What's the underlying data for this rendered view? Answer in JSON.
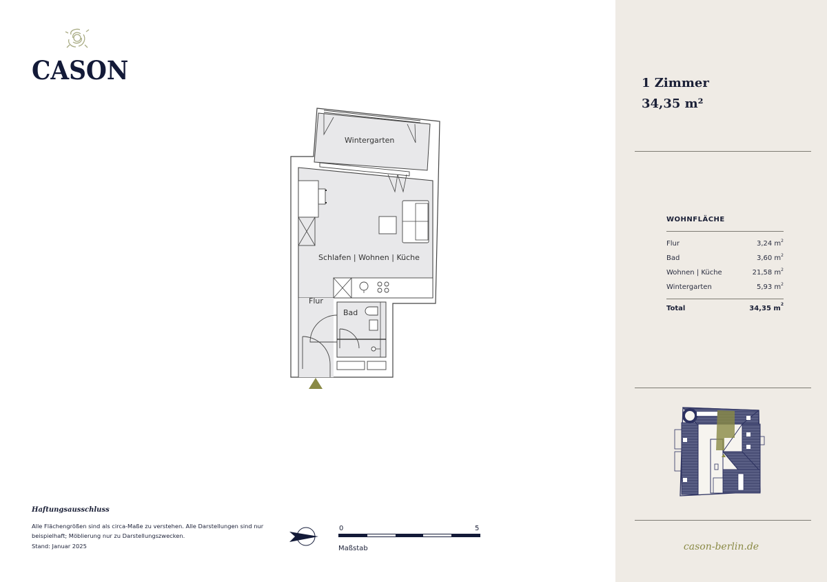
{
  "brand": {
    "name": "CASON",
    "logo_icon": "rose-icon",
    "color_primary": "#131a38",
    "color_accent": "#8a8a45",
    "panel_background": "#efebe5"
  },
  "unit": {
    "rooms_label": "1 Zimmer",
    "total_area": "34,35 m²"
  },
  "floorplan": {
    "rooms": [
      {
        "name": "Wintergarten"
      },
      {
        "name": "Schlafen | Wohnen | Küche"
      },
      {
        "name": "Flur"
      },
      {
        "name": "Bad"
      }
    ],
    "entrance_marker": "entrance-triangle-icon"
  },
  "area_table": {
    "heading": "WOHNFLÄCHE",
    "rows": [
      {
        "label": "Flur",
        "value": "3,24",
        "unit": "m²"
      },
      {
        "label": "Bad",
        "value": "3,60",
        "unit": "m²"
      },
      {
        "label": "Wohnen | Küche",
        "value": "21,58",
        "unit": "m²"
      },
      {
        "label": "Wintergarten",
        "value": "5,93",
        "unit": "m²"
      }
    ],
    "total": {
      "label": "Total",
      "value": "34,35",
      "unit": "m²"
    }
  },
  "disclaimer": {
    "title": "Haftungsausschluss",
    "text": "Alle Flächengrößen sind als circa-Maße zu verstehen. Alle Darstellungen sind nur beispielhaft; Möblierung nur zu Darstellungszwecken.",
    "date": "Stand: Januar 2025"
  },
  "scale": {
    "start": "0",
    "end": "5",
    "label": "Maßstab"
  },
  "compass": {
    "icon": "north-arrow-icon"
  },
  "website": "cason-berlin.de"
}
